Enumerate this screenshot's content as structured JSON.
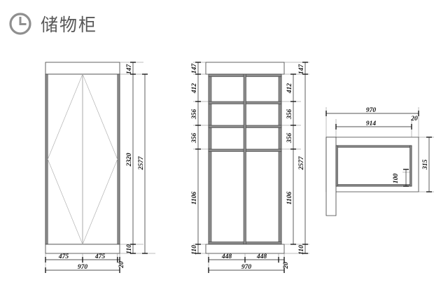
{
  "header": {
    "icon": "clock-icon",
    "title": "储物柜",
    "title_color": "#585858"
  },
  "canvas": {
    "background": "#ffffff",
    "line_color": "#3c3c3c",
    "panel_fill": "#8d8d8d",
    "dim_text_color": "#111111"
  },
  "drawings": [
    {
      "id": "front-elevation-doors",
      "name": "front-elevation-with-doors",
      "dimensions": {
        "right_chain": [
          "147",
          "2320",
          "110"
        ],
        "right_overall": "2577",
        "bottom_chain": [
          "475",
          "475",
          "20"
        ],
        "bottom_overall": "970"
      }
    },
    {
      "id": "front-elevation-interior",
      "name": "front-elevation-shelving",
      "dimensions": {
        "left_chain": [
          "147",
          "412",
          "356",
          "356",
          "1106",
          "110"
        ],
        "right_chain": [
          "412",
          "356",
          "356",
          "1106"
        ],
        "right_outer": [
          "147",
          "2577",
          "110"
        ],
        "bottom_chain": [
          "448",
          "448",
          "20"
        ],
        "bottom_overall": "970"
      }
    },
    {
      "id": "plan-view",
      "name": "plan-section-view",
      "dimensions": {
        "top_overall": "970",
        "top_offset": "20",
        "top_inner": "914",
        "inner_depth": "100",
        "right_depth": "315"
      }
    }
  ],
  "dim_labels": {
    "d1_147": "147",
    "d1_2320": "2320",
    "d1_2577": "2577",
    "d1_110": "110",
    "d1_475a": "475",
    "d1_475b": "475",
    "d1_20": "20",
    "d1_970": "970",
    "d2_147L": "147",
    "d2_412L": "412",
    "d2_356La": "356",
    "d2_356Lb": "356",
    "d2_1106L": "1106",
    "d2_110L": "110",
    "d2_147R": "147",
    "d2_412R": "412",
    "d2_356Ra": "356",
    "d2_356Rb": "356",
    "d2_1106R": "1106",
    "d2_2577R": "2577",
    "d2_110R": "110",
    "d2_448a": "448",
    "d2_448b": "448",
    "d2_20": "20",
    "d2_970": "970",
    "d3_970": "970",
    "d3_20": "20",
    "d3_914": "914",
    "d3_100": "100",
    "d3_315": "315"
  }
}
